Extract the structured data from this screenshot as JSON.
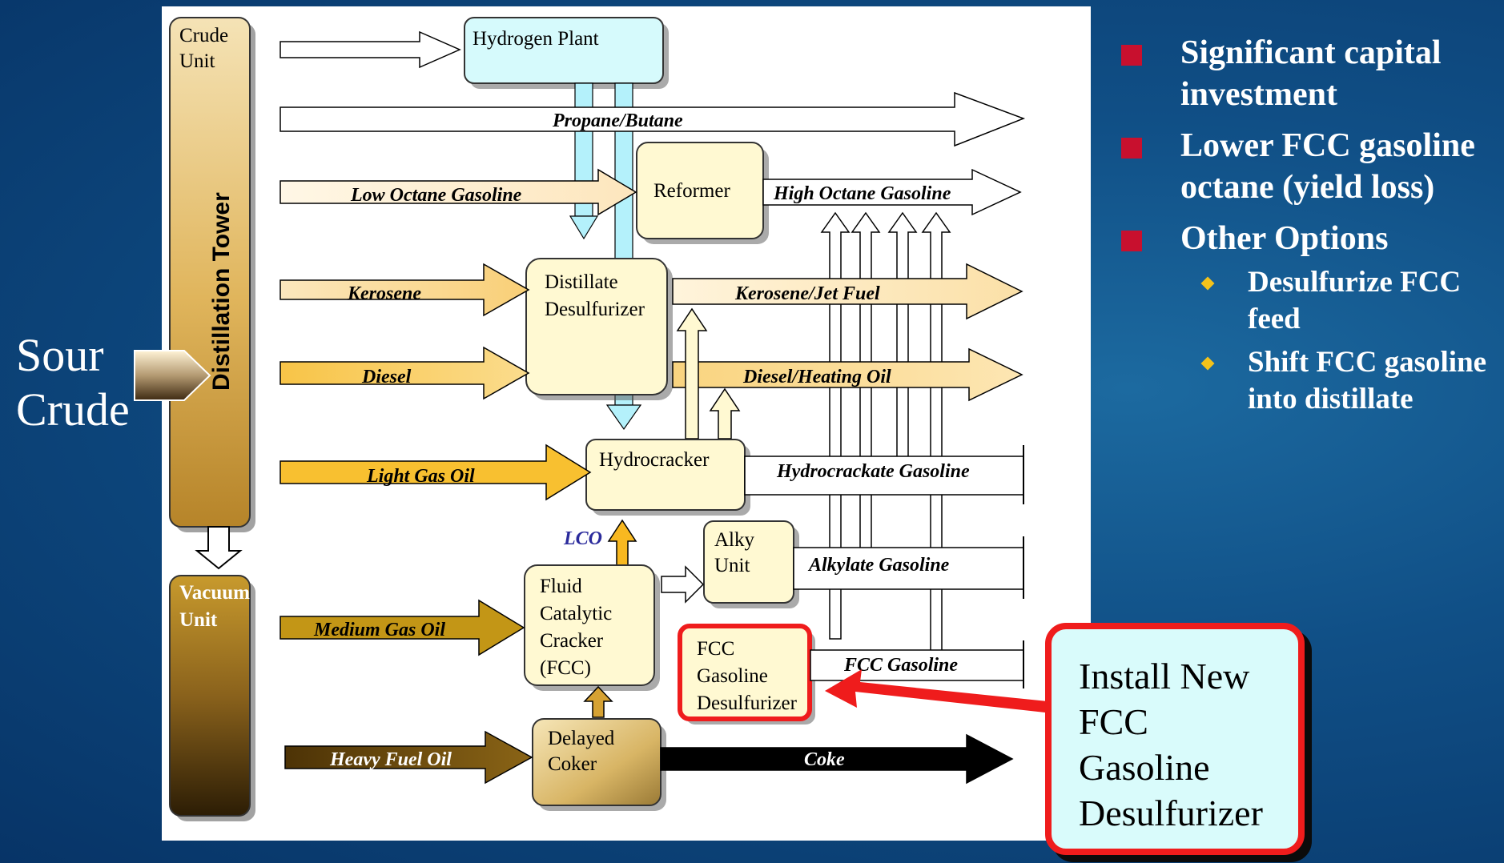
{
  "diagram": {
    "units": {
      "crude_unit": "Crude\nUnit",
      "distillation_tower": "Distillation Tower",
      "vacuum_unit": "Vacuum\nUnit",
      "hydrogen_plant": "Hydrogen Plant",
      "reformer": "Reformer",
      "distillate_desulfurizer": "Distillate\nDesulfurizer",
      "hydrocracker": "Hydrocracker",
      "alky_unit": "Alky\nUnit",
      "fcc": "Fluid\nCatalytic\nCracker\n(FCC)",
      "fcc_gasoline_desulfurizer": "FCC\nGasoline\nDesulfurizer",
      "delayed_coker": "Delayed\nCoker"
    },
    "streams": {
      "propane_butane": "Propane/Butane",
      "low_octane_gasoline": "Low Octane Gasoline",
      "high_octane_gasoline": "High Octane Gasoline",
      "kerosene": "Kerosene",
      "kerosene_jet_fuel": "Kerosene/Jet Fuel",
      "diesel": "Diesel",
      "diesel_heating_oil": "Diesel/Heating Oil",
      "light_gas_oil": "Light Gas Oil",
      "hydrocrackate_gasoline": "Hydrocrackate Gasoline",
      "lco": "LCO",
      "alkylate_gasoline": "Alkylate Gasoline",
      "medium_gas_oil": "Medium Gas Oil",
      "fcc_gasoline": "FCC Gasoline",
      "heavy_fuel_oil": "Heavy Fuel Oil",
      "coke": "Coke"
    },
    "feed": {
      "line1": "Sour",
      "line2": "Crude"
    }
  },
  "bullets": [
    {
      "text": "Significant capital investment",
      "sub": []
    },
    {
      "text": "Lower FCC gasoline octane (yield loss)",
      "sub": []
    },
    {
      "text": "Other Options",
      "sub": [
        "Desulfurize FCC feed",
        "Shift FCC gasoline into distillate"
      ]
    }
  ],
  "callout": {
    "text": "Install New\nFCC\nGasoline\nDesulfurizer"
  },
  "colors": {
    "accent_red": "#ef1c1c",
    "callout_fill": "#d9fbfb",
    "bullet_red": "#c8102e",
    "bullet_gold": "#f3c21a"
  }
}
